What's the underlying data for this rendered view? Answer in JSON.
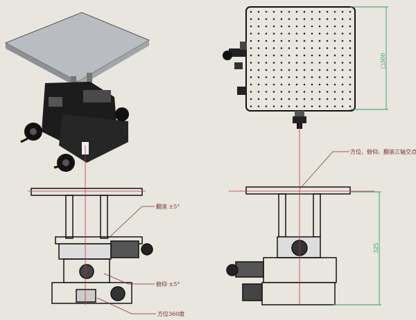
{
  "annotations": {
    "roll": "翻滚 ±5°",
    "pitch": "俯仰 ±5°",
    "azimuth": "方位360度",
    "intersection": "方位、俯仰、翻滚三轴交点"
  },
  "dimensions": {
    "plate_size": "□300",
    "height": "325"
  },
  "colors": {
    "background": "#e8e6de",
    "axis_line": "#c0304a",
    "dimension_line": "#2a9a6a",
    "leader_text": "#7a2a3a"
  }
}
